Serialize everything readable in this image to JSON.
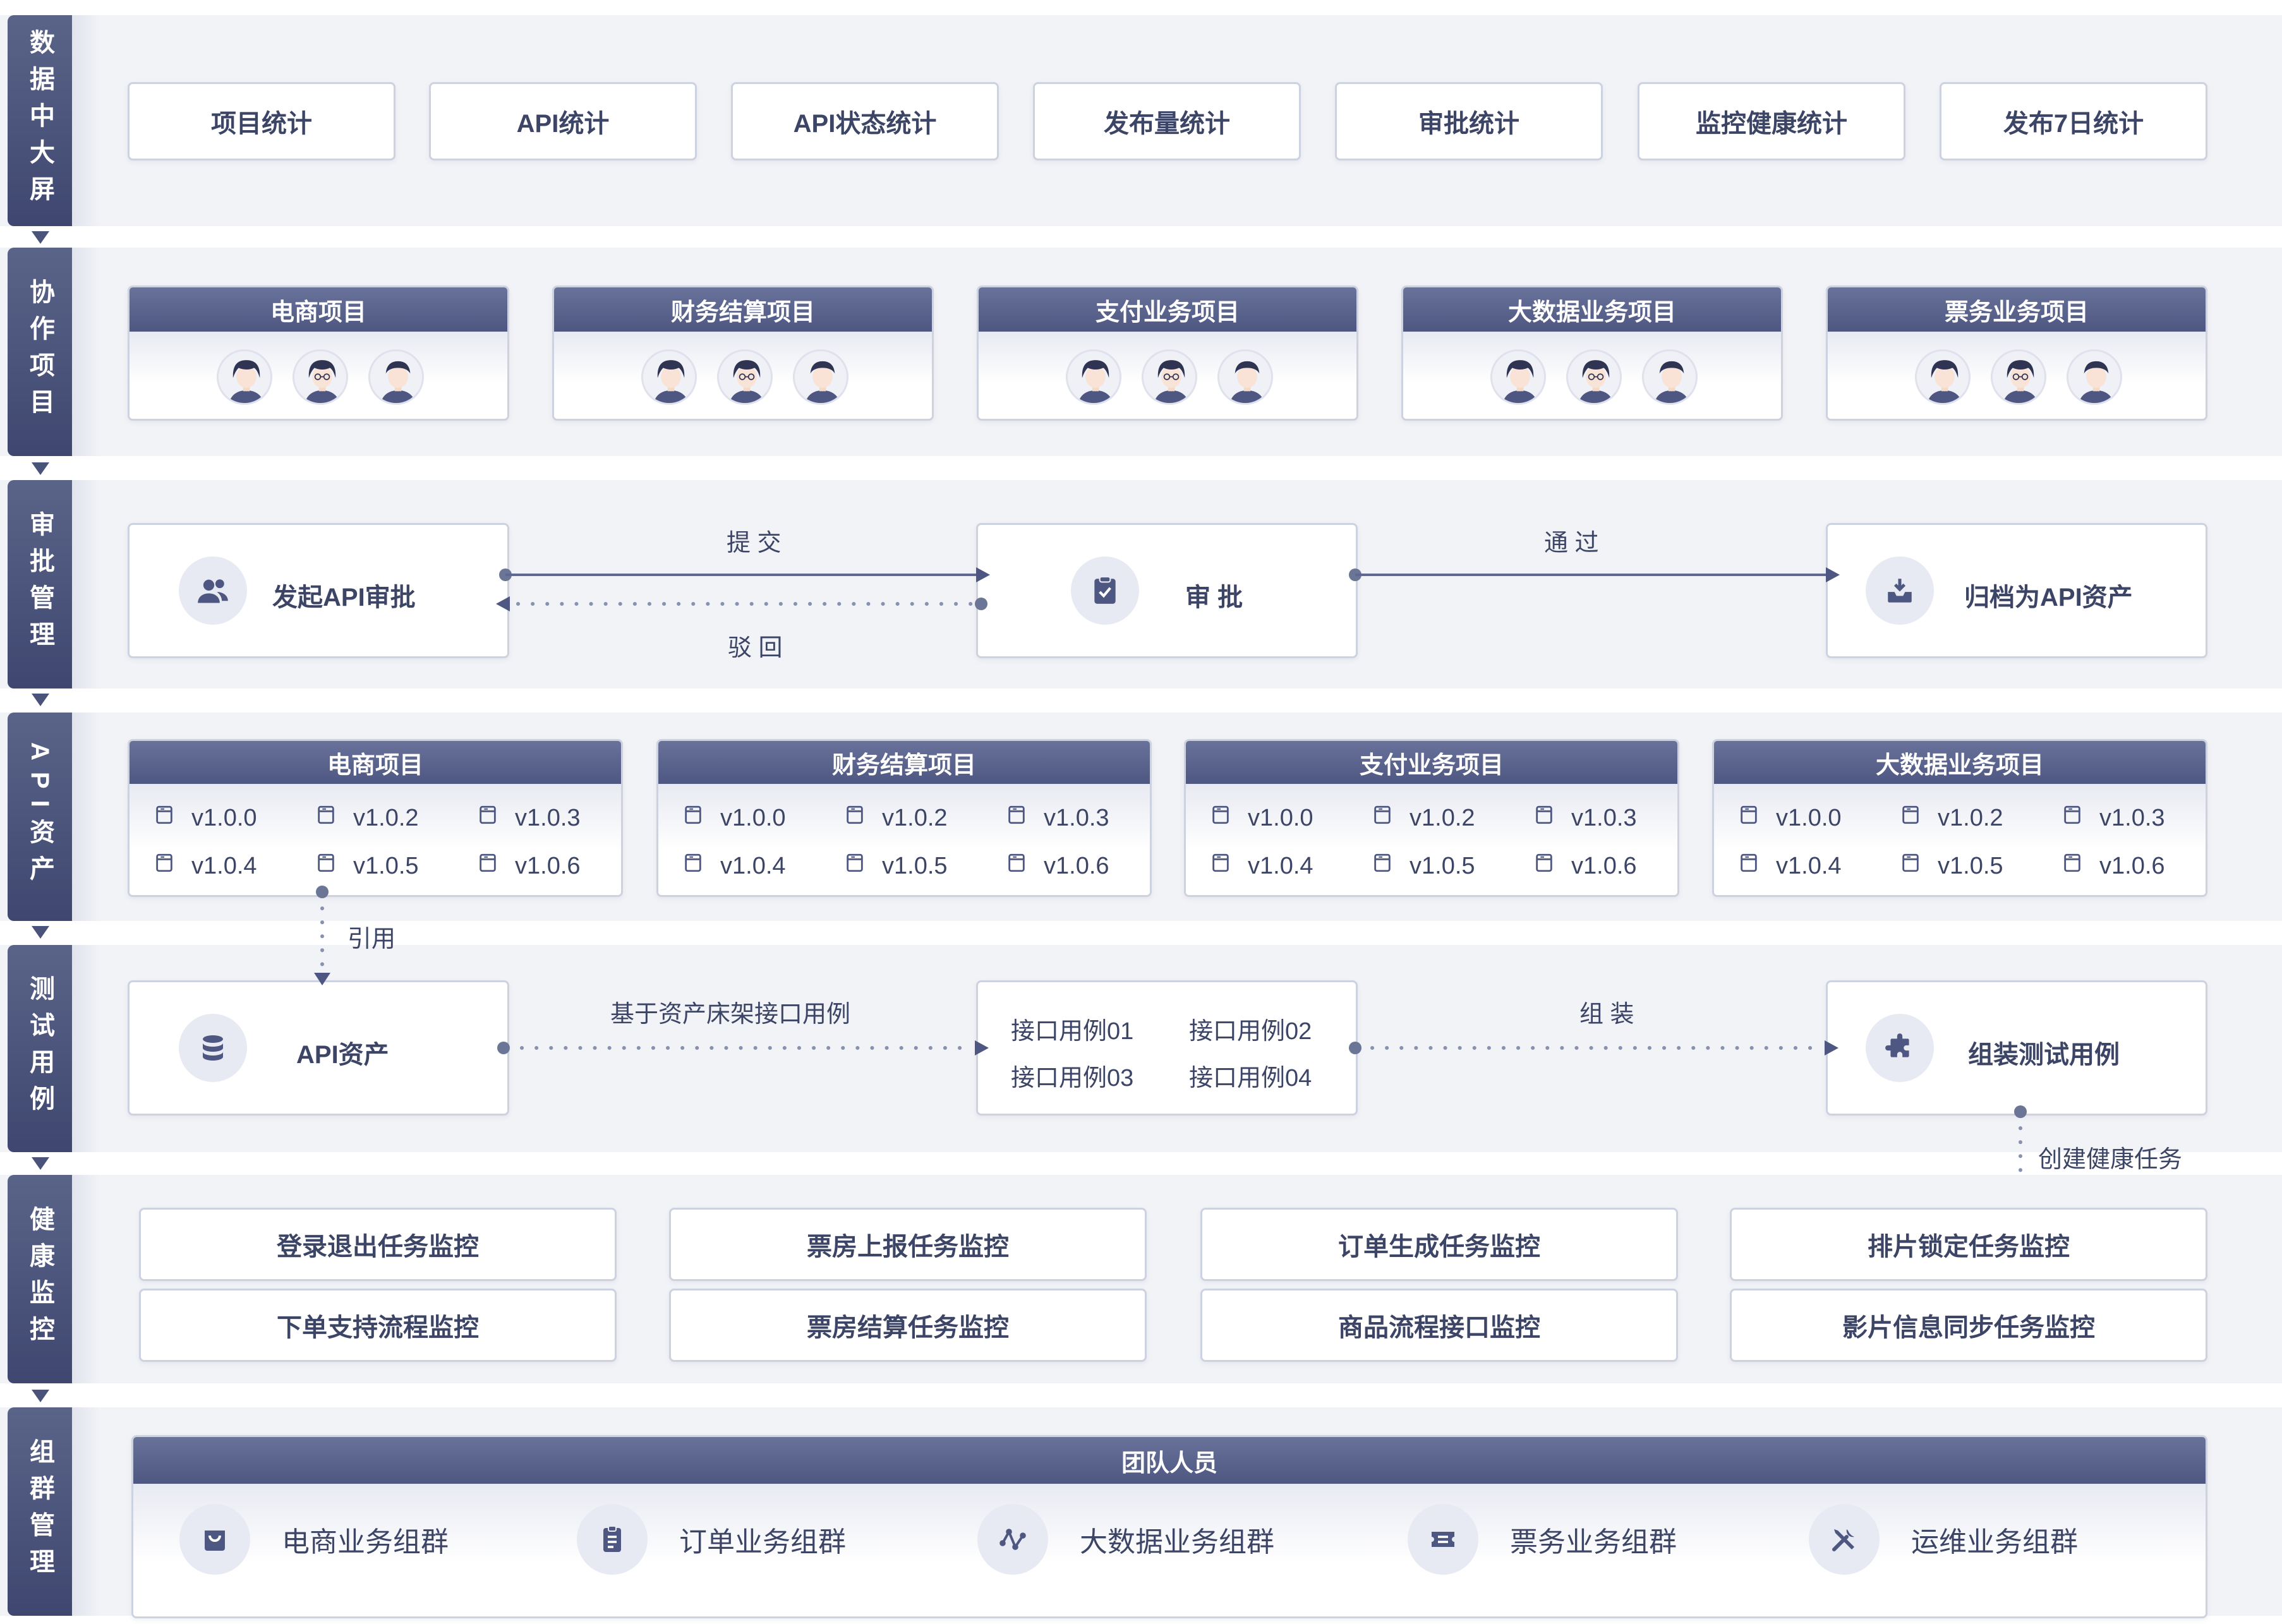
{
  "rows": {
    "dashboard": "数据中大屏",
    "collab": "协作项目",
    "approval": "审批管理",
    "api_assets": "API资产",
    "test_cases": "测试用例",
    "health": "健康监控",
    "cluster": "组群管理"
  },
  "dashboard_buttons": [
    "项目统计",
    "API统计",
    "API状态统计",
    "发布量统计",
    "审批统计",
    "监控健康统计",
    "发布7日统计"
  ],
  "collab_projects": [
    "电商项目",
    "财务结算项目",
    "支付业务项目",
    "大数据业务项目",
    "票务业务项目"
  ],
  "approval": {
    "start": "发起API审批",
    "submit": "提 交",
    "reject": "驳 回",
    "review": "审 批",
    "pass": "通 过",
    "archive": "归档为API资产"
  },
  "api_projects": [
    {
      "name": "电商项目",
      "versions": [
        "v1.0.0",
        "v1.0.2",
        "v1.0.3",
        "v1.0.4",
        "v1.0.5",
        "v1.0.6"
      ]
    },
    {
      "name": "财务结算项目",
      "versions": [
        "v1.0.0",
        "v1.0.2",
        "v1.0.3",
        "v1.0.4",
        "v1.0.5",
        "v1.0.6"
      ]
    },
    {
      "name": "支付业务项目",
      "versions": [
        "v1.0.0",
        "v1.0.2",
        "v1.0.3",
        "v1.0.4",
        "v1.0.5",
        "v1.0.6"
      ]
    },
    {
      "name": "大数据业务项目",
      "versions": [
        "v1.0.0",
        "v1.0.2",
        "v1.0.3",
        "v1.0.4",
        "v1.0.5",
        "v1.0.6"
      ]
    }
  ],
  "reference": "引用",
  "test": {
    "asset": "API资产",
    "shelf": "基于资产床架接口用例",
    "cases": [
      "接口用例01",
      "接口用例02",
      "接口用例03",
      "接口用例04"
    ],
    "assemble": "组 装",
    "assembled": "组装测试用例",
    "create_task": "创建健康任务"
  },
  "monitors": [
    [
      "登录退出任务监控",
      "票房上报任务监控",
      "订单生成任务监控",
      "排片锁定任务监控"
    ],
    [
      "下单支持流程监控",
      "票房结算任务监控",
      "商品流程接口监控",
      "影片信息同步任务监控"
    ]
  ],
  "team": {
    "title": "团队人员",
    "groups": [
      "电商业务组群",
      "订单业务组群",
      "大数据业务组群",
      "票务业务组群",
      "运维业务组群"
    ]
  },
  "colors": {
    "sidebar": "#4a5379",
    "band": "#f2f3f7",
    "border": "#cdd2e0",
    "text": "#3d4566"
  }
}
